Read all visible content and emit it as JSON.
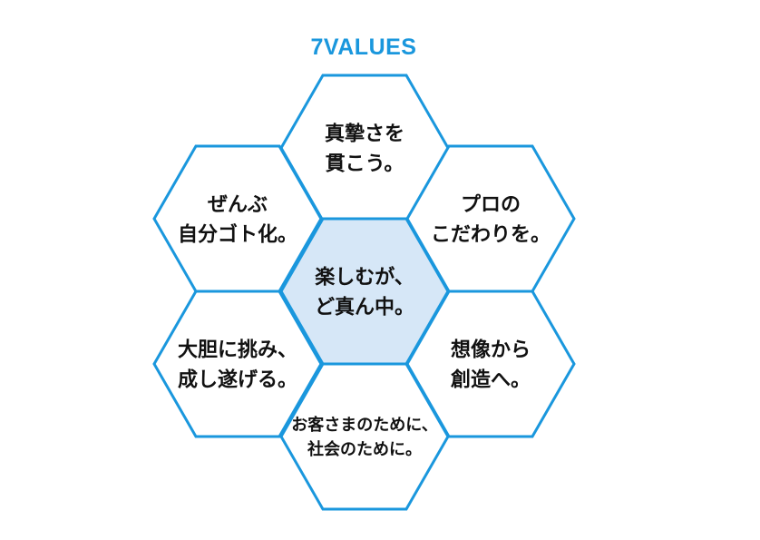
{
  "title": "7VALUES",
  "colors": {
    "accent": "#1a97dd",
    "center_fill": "#d6e7f7",
    "fill": "#ffffff",
    "text": "#111111"
  },
  "values": [
    {
      "id": "top",
      "lines": [
        "真摯さを",
        "貫こう。"
      ]
    },
    {
      "id": "upper-left",
      "lines": [
        "ぜんぶ",
        "自分ゴト化。"
      ]
    },
    {
      "id": "upper-right",
      "lines": [
        "プロの",
        "こだわりを。"
      ]
    },
    {
      "id": "center",
      "lines": [
        "楽しむが、",
        "ど真ん中。"
      ],
      "highlight": true
    },
    {
      "id": "lower-left",
      "lines": [
        "大胆に挑み、",
        "成し遂げる。"
      ]
    },
    {
      "id": "lower-right",
      "lines": [
        "想像から",
        "創造へ。"
      ]
    },
    {
      "id": "bottom",
      "lines": [
        "お客さまのために、",
        "社会のために。"
      ]
    }
  ]
}
